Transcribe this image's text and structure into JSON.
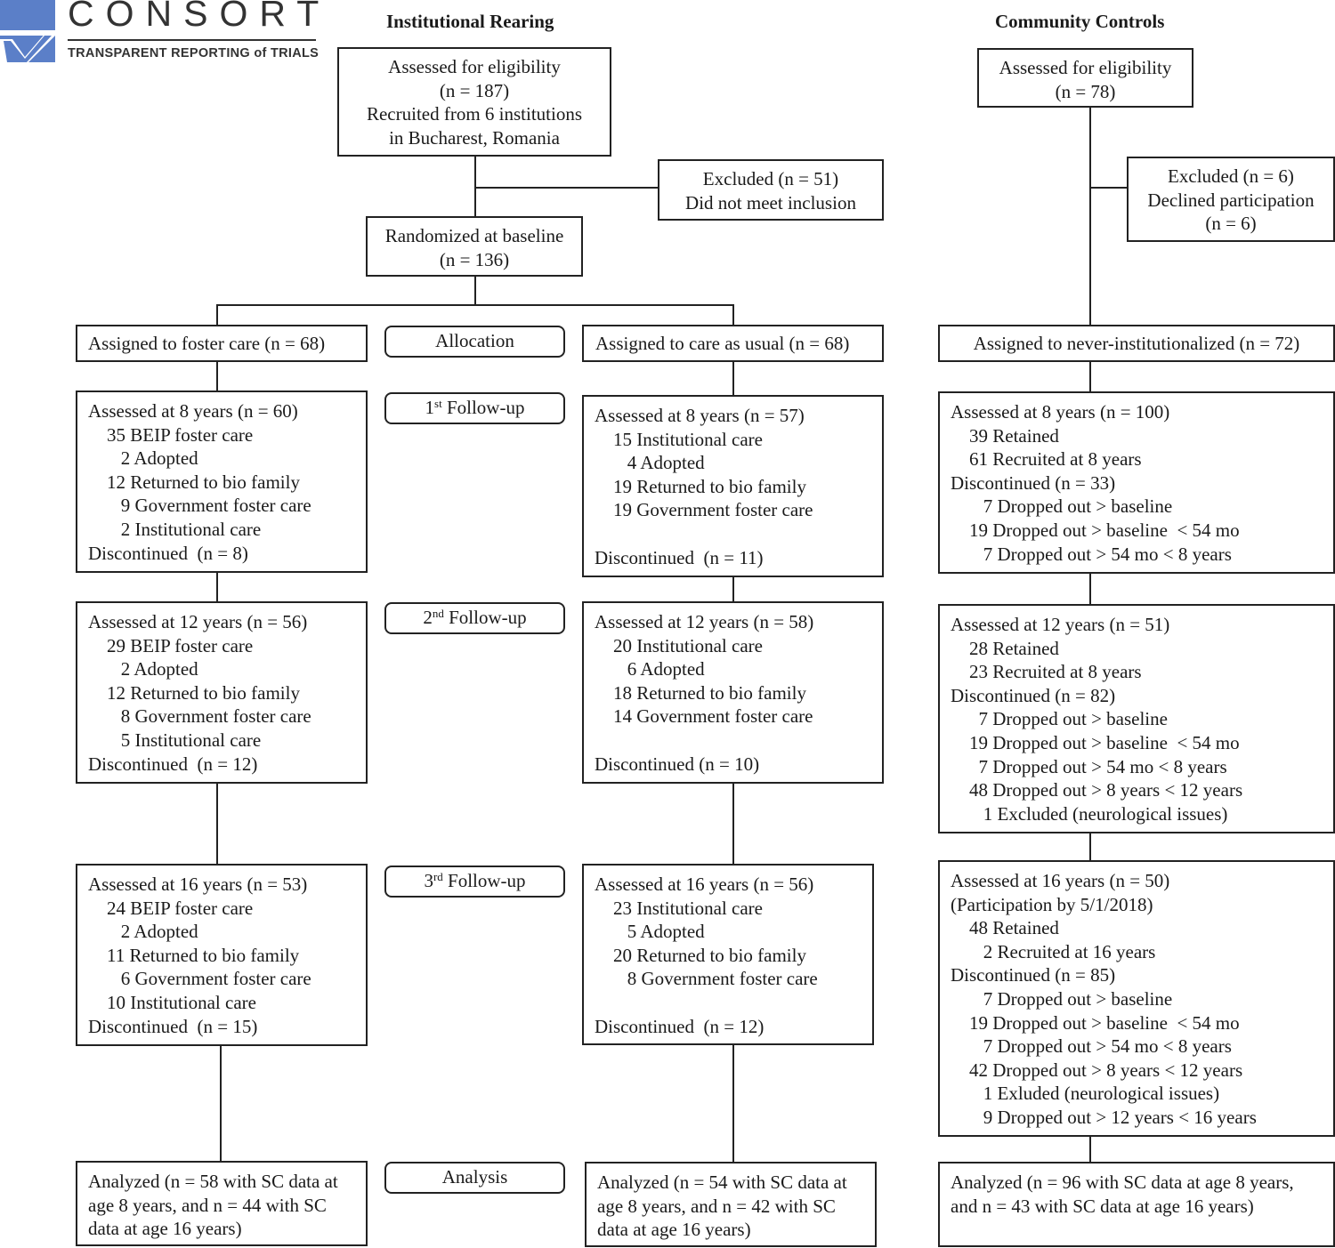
{
  "logo": {
    "title": "CONSORT",
    "subtitle": "TRANSPARENT REPORTING of TRIALS",
    "colors": {
      "blue": "#5b7fc8",
      "text": "#333333"
    }
  },
  "headers": {
    "institutional": "Institutional Rearing",
    "community": "Community Controls"
  },
  "top": {
    "eligibility_ir": [
      "Assessed for eligibility",
      "(n = 187)",
      "Recruited from 6 institutions",
      "in Bucharest, Romania"
    ],
    "excluded_ir": [
      "Excluded (n = 51)",
      "Did not meet inclusion"
    ],
    "randomized": [
      "Randomized at baseline",
      "(n = 136)"
    ],
    "eligibility_cc": [
      "Assessed for eligibility",
      "(n = 78)"
    ],
    "excluded_cc": [
      "Excluded (n = 6)",
      "Declined participation",
      "(n = 6)"
    ]
  },
  "stages": {
    "allocation": "Allocation",
    "fu1_sup": "st",
    "fu1_text": " Follow-up",
    "fu1_num": "1",
    "fu2_sup": "nd",
    "fu2_text": " Follow-up",
    "fu2_num": "2",
    "fu3_sup": "rd",
    "fu3_text": " Follow-up",
    "fu3_num": "3",
    "analysis": "Analysis"
  },
  "allocation": {
    "foster": "Assigned to foster care (n = 68)",
    "usual": "Assigned to care as usual (n = 68)",
    "never": "Assigned to never-institutionalized (n = 72)"
  },
  "fu1": {
    "foster": [
      "Assessed at 8 years (n = 60)",
      "    35 BEIP foster care",
      "       2 Adopted",
      "    12 Returned to bio family",
      "       9 Government foster care",
      "       2 Institutional care",
      "Discontinued  (n = 8)"
    ],
    "usual_top": [
      "Assessed at 8 years (n = 57)",
      "    15 Institutional care",
      "       4 Adopted",
      "    19 Returned to bio family",
      "    19 Government foster care"
    ],
    "usual_bottom": "Discontinued  (n = 11)",
    "never": [
      "Assessed at 8 years (n = 100)",
      "    39 Retained",
      "    61 Recruited at 8 years",
      "Discontinued (n = 33)",
      "       7 Dropped out > baseline",
      "    19 Dropped out > baseline  < 54 mo",
      "       7 Dropped out > 54 mo < 8 years"
    ]
  },
  "fu2": {
    "foster": [
      "Assessed at 12 years (n = 56)",
      "    29 BEIP foster care",
      "       2 Adopted",
      "    12 Returned to bio family",
      "       8 Government foster care",
      "       5 Institutional care",
      "Discontinued  (n = 12)"
    ],
    "usual_top": [
      "Assessed at 12 years (n = 58)",
      "    20 Institutional care",
      "       6 Adopted",
      "    18 Returned to bio family",
      "    14 Government foster care"
    ],
    "usual_bottom": "Discontinued (n = 10)",
    "never": [
      "Assessed at 12 years (n = 51)",
      "    28 Retained",
      "    23 Recruited at 8 years",
      "Discontinued (n = 82)",
      "      7 Dropped out > baseline",
      "    19 Dropped out > baseline  < 54 mo",
      "      7 Dropped out > 54 mo < 8 years",
      "    48 Dropped out > 8 years < 12 years",
      "       1 Excluded (neurological issues)"
    ]
  },
  "fu3": {
    "foster": [
      "Assessed at 16 years (n = 53)",
      "    24 BEIP foster care",
      "       2 Adopted",
      "    11 Returned to bio family",
      "       6 Government foster care",
      "    10 Institutional care",
      "Discontinued  (n = 15)"
    ],
    "usual_top": [
      "Assessed at 16 years (n = 56)",
      "    23 Institutional care",
      "       5 Adopted",
      "    20 Returned to bio family",
      "       8 Government foster care"
    ],
    "usual_bottom": "Discontinued  (n = 12)",
    "never": [
      "Assessed at 16 years (n = 50)",
      "(Participation by 5/1/2018)",
      "    48 Retained",
      "       2 Recruited at 16 years",
      "Discontinued (n = 85)",
      "       7 Dropped out > baseline",
      "    19 Dropped out > baseline  < 54 mo",
      "       7 Dropped out > 54 mo < 8 years",
      "    42 Dropped out > 8 years < 12 years",
      "       1 Exluded (neurological issues)",
      "       9 Dropped out > 12 years < 16 years"
    ]
  },
  "analysis": {
    "foster": [
      "Analyzed (n = 58 with SC data at",
      "age 8 years, and n = 44 with SC",
      "data at age 16 years)"
    ],
    "usual": [
      "Analyzed (n = 54 with SC data at",
      "age 8 years, and n = 42 with SC",
      "data at age 16 years)"
    ],
    "never": [
      "Analyzed (n = 96 with SC data at age 8 years,",
      "and n = 43 with SC data at age 16 years)"
    ]
  }
}
